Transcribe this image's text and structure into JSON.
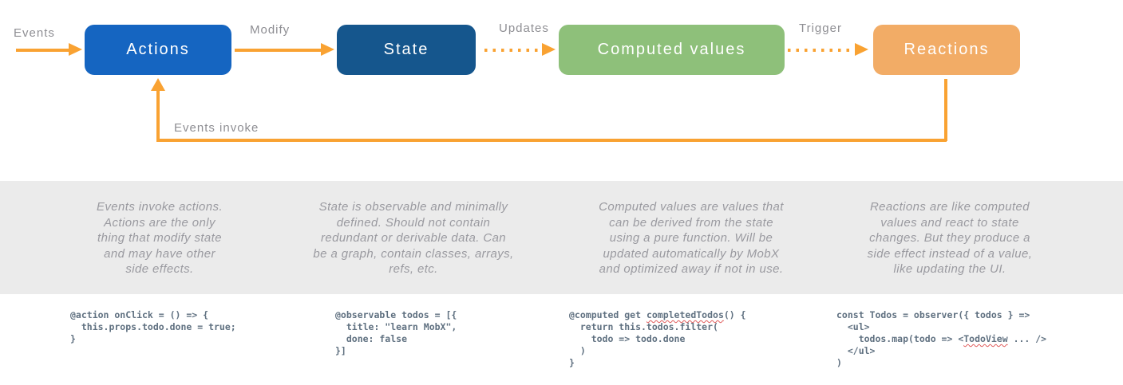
{
  "colors": {
    "arrow_orange": "#F9A232",
    "actions_blue": "#1565C1",
    "state_blue": "#15568D",
    "computed_green": "#8EC07A",
    "reactions_orange": "#F2AC66",
    "edge_label_gray": "#8E8E93",
    "description_gray": "#9A9AA0",
    "code_slate": "#5F7080",
    "band_gray": "#EBEBEB",
    "squiggle_red": "#E05C5C"
  },
  "diagram": {
    "nodes": [
      {
        "label": "Actions"
      },
      {
        "label": "State"
      },
      {
        "label": "Computed values"
      },
      {
        "label": "Reactions"
      }
    ],
    "edge_labels": {
      "events": "Events",
      "modify": "Modify",
      "updates": "Updates",
      "trigger": "Trigger",
      "feedback": "Events invoke"
    }
  },
  "descriptions": [
    {
      "text": "Events invoke actions.\nActions are the only\nthing that modify state\nand may have other\nside effects."
    },
    {
      "text": "State is observable and minimally\ndefined. Should not contain\nredundant or derivable data. Can\nbe a graph, contain classes, arrays,\nrefs, etc."
    },
    {
      "text": "Computed values are values that\ncan be derived from the state\nusing a pure function. Will be\nupdated automatically by MobX\nand optimized away if not in use."
    },
    {
      "text": "Reactions are like computed\nvalues and react to state\nchanges. But they produce a\nside effect instead of a value,\nlike updating the UI."
    }
  ],
  "code_snippets": [
    {
      "lines": [
        {
          "pre": "@action onClick = () => {"
        },
        {
          "pre": "  this.props.todo.done = true;"
        },
        {
          "pre": "}"
        }
      ]
    },
    {
      "lines": [
        {
          "pre": "@observable todos = [{"
        },
        {
          "pre": "  title: \"learn MobX\","
        },
        {
          "pre": "  done: false"
        },
        {
          "pre": "}]"
        }
      ]
    },
    {
      "lines": [
        {
          "pre": "@computed get ",
          "squiggle": "completedTodos",
          "post": "() {"
        },
        {
          "pre": "  return this.todos.filter("
        },
        {
          "pre": "    todo => todo.done"
        },
        {
          "pre": "  )"
        },
        {
          "pre": "}"
        }
      ]
    },
    {
      "lines": [
        {
          "pre": "const Todos = observer({ todos } =>"
        },
        {
          "pre": "  <ul>"
        },
        {
          "pre": "    todos.map(todo => <",
          "squiggle": "TodoView",
          "post": " ... />"
        },
        {
          "pre": "  </ul>"
        },
        {
          "pre": ")"
        }
      ]
    }
  ]
}
